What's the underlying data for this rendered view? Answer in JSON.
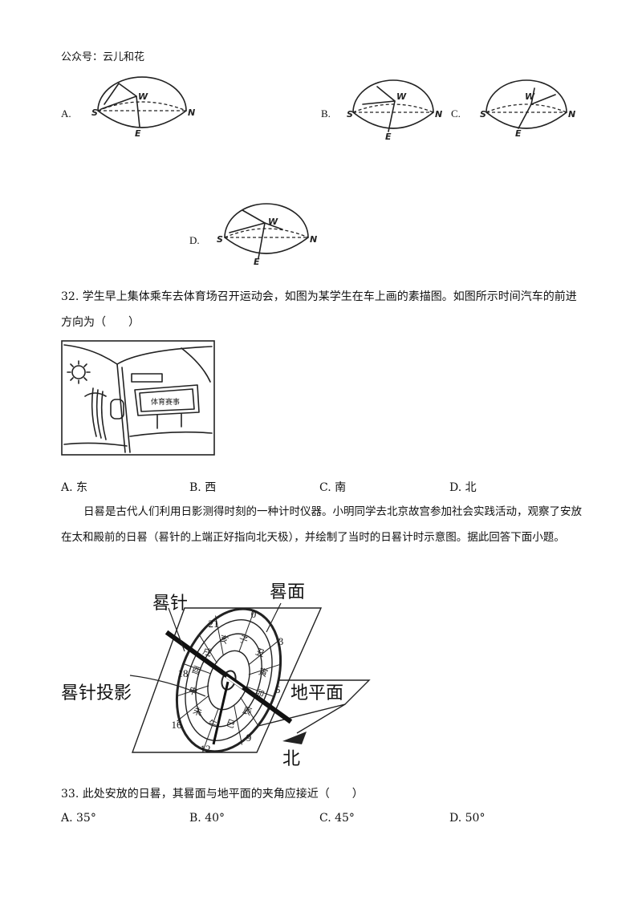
{
  "header": {
    "source": "公众号：云儿和花"
  },
  "q31": {
    "options": [
      {
        "label": "A."
      },
      {
        "label": "B."
      },
      {
        "label": "C."
      },
      {
        "label": "D."
      }
    ],
    "dir_labels": {
      "south": "S",
      "north": "N",
      "east": "E",
      "west": "W"
    }
  },
  "q32": {
    "line1": "32. 学生早上集体乘车去体育场召开运动会，如图为某学生在车上画的素描图。如图所示时间汽车的前进",
    "line2": "方向为（　　）",
    "sketch_sign": "体育赛事",
    "options": [
      {
        "label": "A. 东"
      },
      {
        "label": "B. 西"
      },
      {
        "label": "C. 南"
      },
      {
        "label": "D. 北"
      }
    ]
  },
  "sundial": {
    "intro": "日晷是古代人们利用日影测得时刻的一种计时仪器。小明同学去北京故宫参加社会实践活动，观察了安放在太和殿前的日晷（晷针的上端正好指向北天极），并绘制了当时的日晷计时示意图。据此回答下面小题。",
    "labels": {
      "gnomon": "晷针",
      "dial_face": "晷面",
      "shadow": "晷针投影",
      "ground": "地平面",
      "north": "北"
    },
    "hours": [
      "0",
      "3",
      "6",
      "9",
      "12",
      "16",
      "18",
      "21"
    ],
    "branches": [
      "子",
      "丑",
      "寅",
      "卯",
      "辰",
      "巳",
      "午",
      "未",
      "申",
      "酉",
      "戌",
      "亥"
    ]
  },
  "q33": {
    "question": "33. 此处安放的日晷，其晷面与地平面的夹角应接近（　　）",
    "options": [
      {
        "label": "A. 35°"
      },
      {
        "label": "B. 40°"
      },
      {
        "label": "C. 45°"
      },
      {
        "label": "D. 50°"
      }
    ]
  }
}
